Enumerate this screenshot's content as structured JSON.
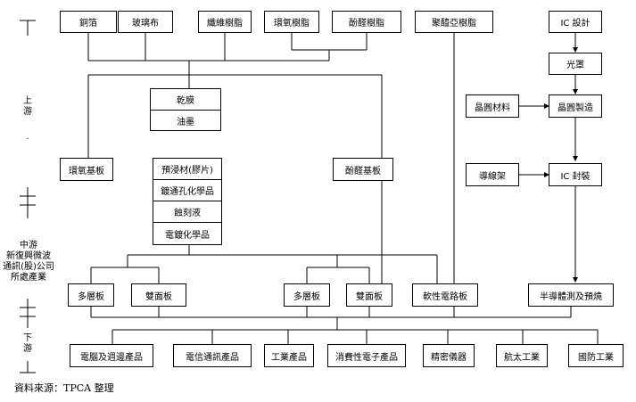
{
  "stages": {
    "upstream": "上\n游",
    "dot": ".",
    "midstream": "中游\n新復興微波\n通訊(股)公司\n所處產業",
    "downstream": "下\n游"
  },
  "materials": [
    "銅箔",
    "玻璃布",
    "纖維樹脂",
    "環氧樹脂",
    "酚醛樹脂",
    "聚醯亞樹脂"
  ],
  "ic_chain": {
    "design": "IC 設計",
    "mask": "光罩",
    "wafer_material": "晶圓材料",
    "wafer_mfg": "晶圓製造",
    "lead_frame": "導線架",
    "packaging": "IC 封裝",
    "test_packaging": "半導體測及預燒"
  },
  "dry_film_stack": [
    "乾膜",
    "油墨"
  ],
  "chem_stack": [
    "預浸材(膠片)",
    "鍍通孔化學品",
    "蝕刻液",
    "電鍍化學品"
  ],
  "substrates": {
    "epoxy": "環氧基板",
    "phenolic": "酚醛基板"
  },
  "boards": {
    "multilayer_left": "多層板",
    "double_left": "雙面板",
    "multilayer_right": "多層板",
    "double_right": "雙面板",
    "flexible": "軟性電路板"
  },
  "applications": [
    "電腦及週邊產品",
    "電信通訊產品",
    "工業產品",
    "消費性電子產品",
    "精密儀器",
    "航太工業",
    "國防工業"
  ],
  "source": "資料來源：TPCA 整理"
}
